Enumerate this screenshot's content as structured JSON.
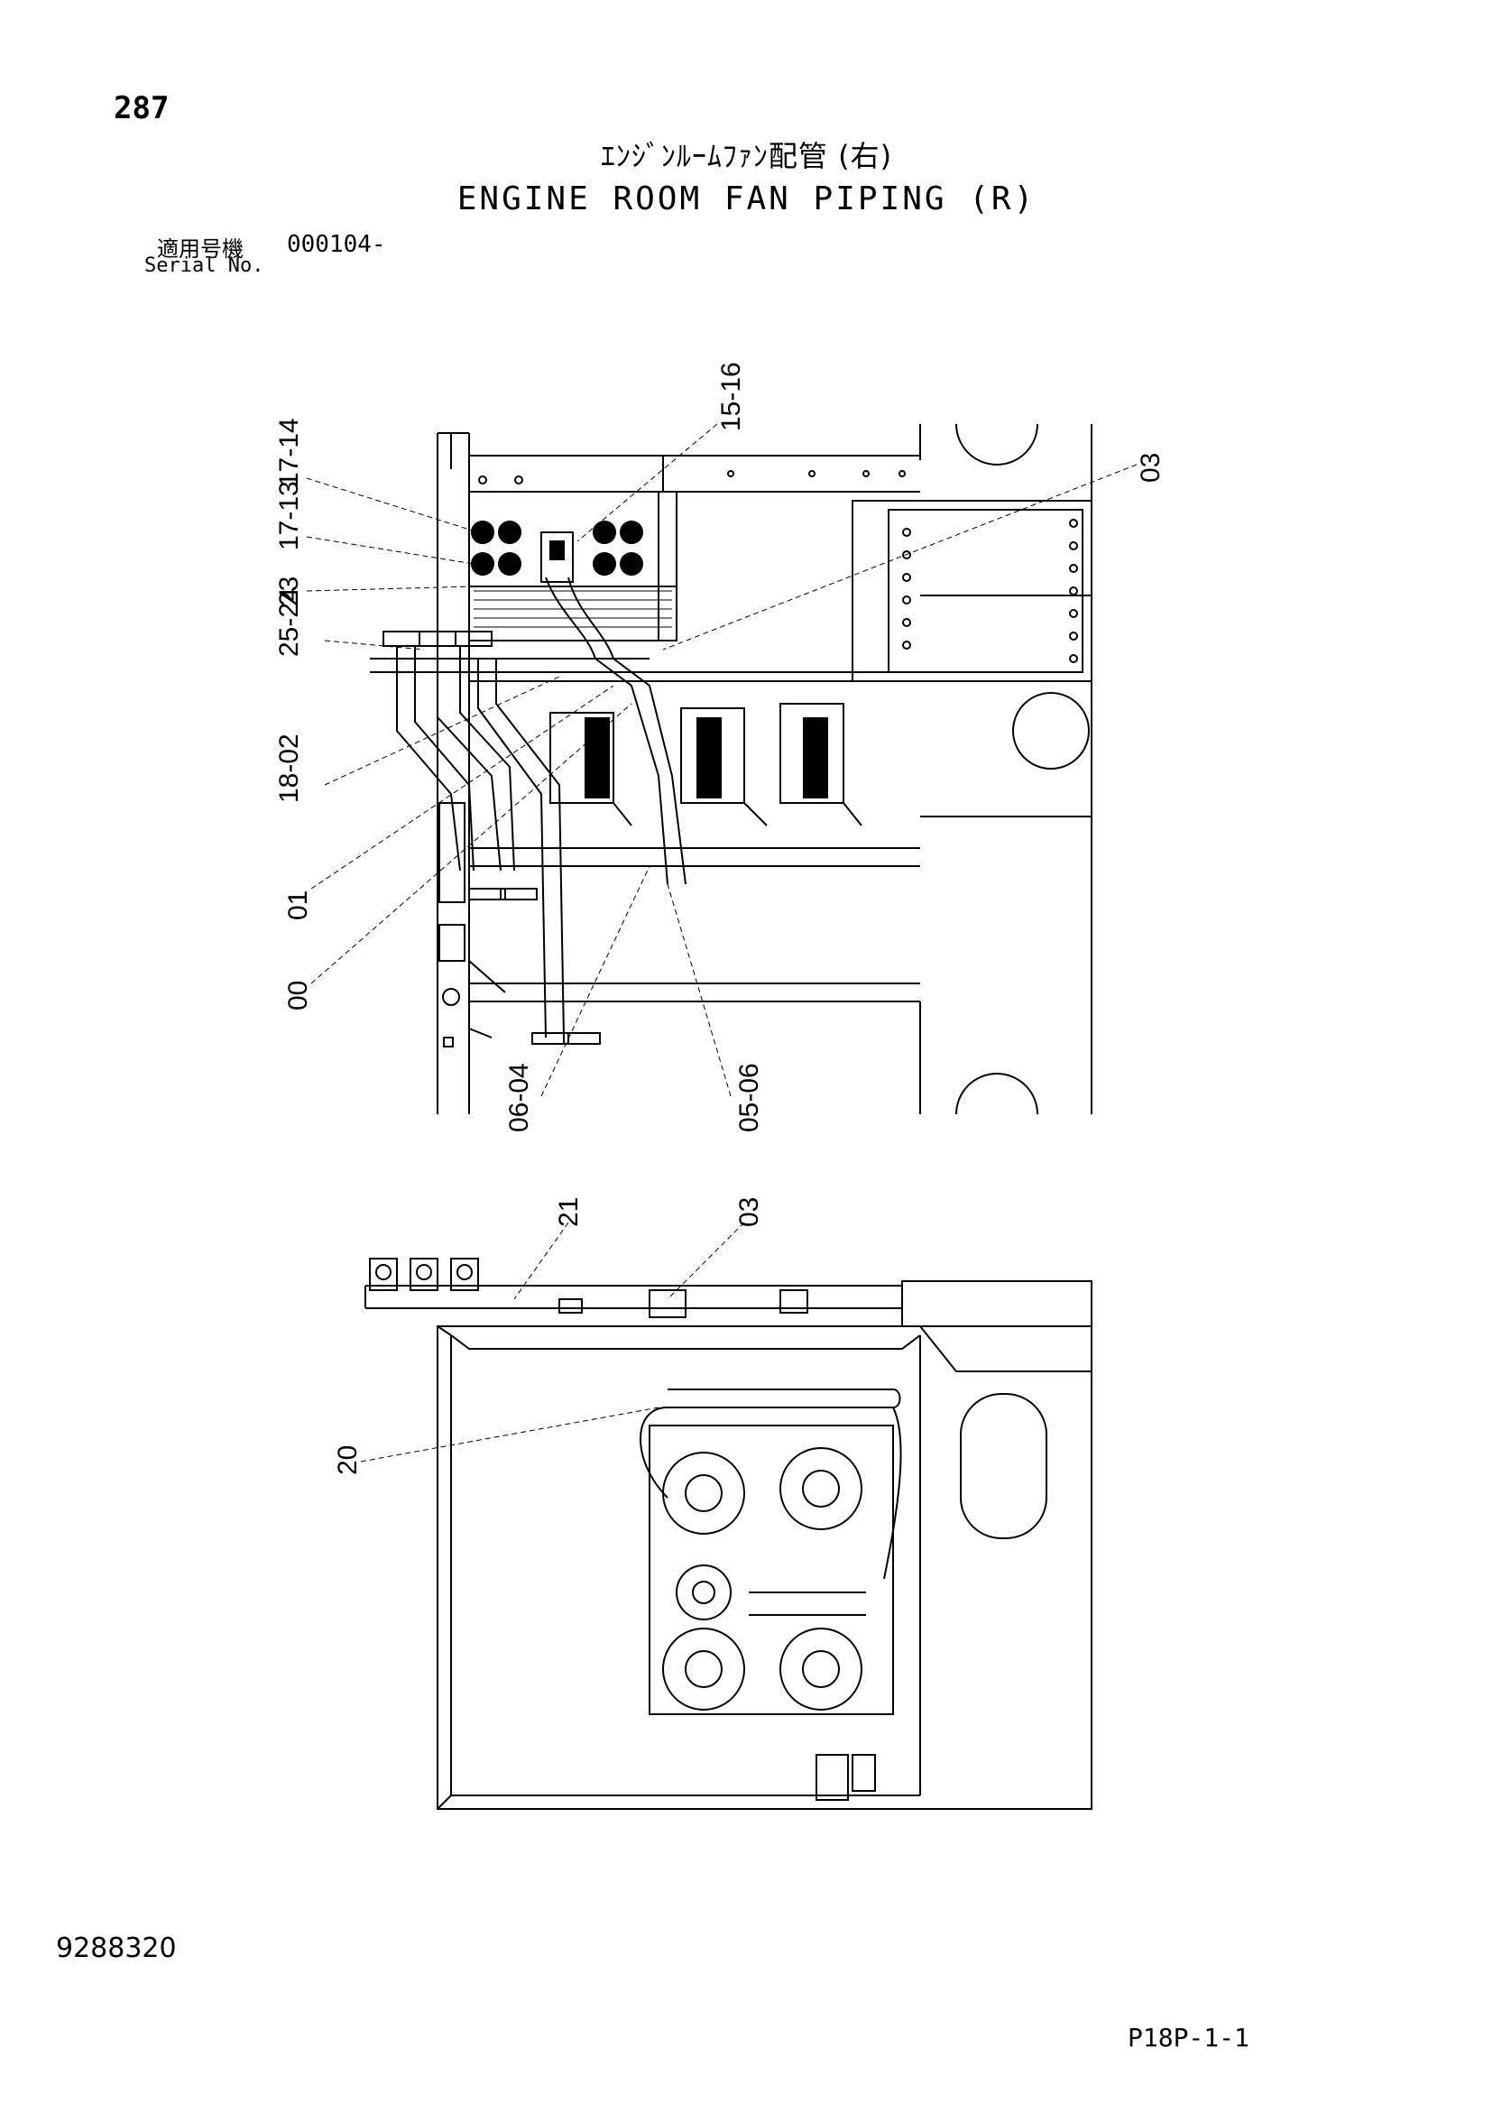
{
  "page_number": "287",
  "title_jp": "ｴﾝｼﾞﾝﾙｰﾑﾌｧﾝ配管 (右)",
  "title_en": "ENGINE ROOM FAN PIPING (R)",
  "serial_label_jp": "適用号機",
  "serial_value": "000104-",
  "serial_label_en": "Serial No.",
  "document_number": "9288320",
  "page_code": "P18P-1-1",
  "callouts_top": [
    "17-14",
    "17-13",
    "23",
    "25-24",
    "18-02",
    "01",
    "00",
    "15-16",
    "03",
    "06-04",
    "05-06"
  ],
  "callouts_bottom": [
    "21",
    "03",
    "20"
  ]
}
